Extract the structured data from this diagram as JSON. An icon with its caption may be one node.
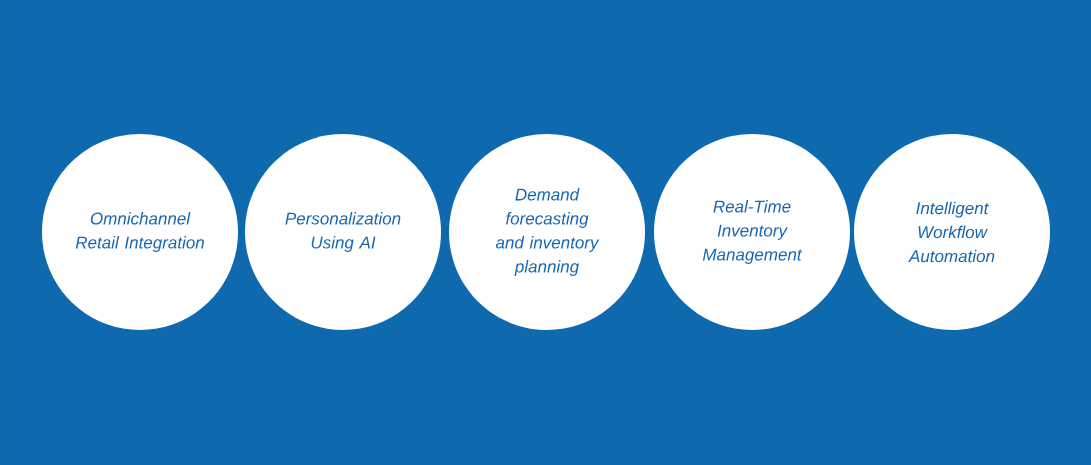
{
  "diagram": {
    "nodes": [
      {
        "text": [
          "Omnichannel Retail Integration"
        ]
      },
      {
        "text": [
          "Personalization Using AI"
        ]
      },
      {
        "text": [
          "Demand forecasting and inventory planning"
        ]
      },
      {
        "text": [
          "Real-Time Inventory Management"
        ]
      },
      {
        "text": [
          "Intelligent Workflow Automation"
        ]
      }
    ]
  }
}
